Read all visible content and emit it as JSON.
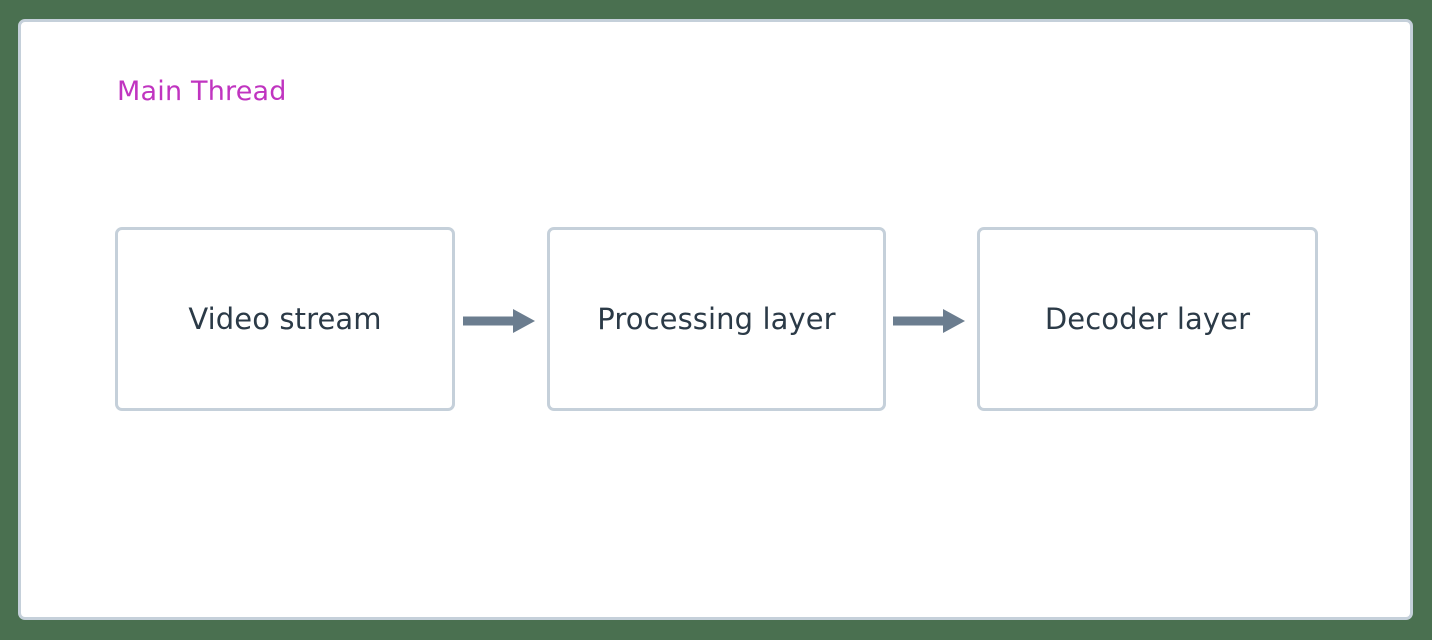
{
  "diagram": {
    "type": "flowchart",
    "direction": "left-to-right",
    "background_color": "#4a7050",
    "cluster": {
      "title": "Main Thread",
      "title_color": "#c034c0",
      "fill_color": "#ffffff",
      "border_color": "#c5d0da"
    },
    "node_style": {
      "fill_color": "#ffffff",
      "border_color": "#c5d0da",
      "text_color": "#2b3a47",
      "shape": "rounded-rectangle"
    },
    "edge_style": {
      "color": "#6b7d8f",
      "arrowhead": "solid-triangle",
      "line": "solid"
    },
    "nodes": [
      {
        "id": "video-stream",
        "label": "Video stream"
      },
      {
        "id": "processing-layer",
        "label": "Processing layer"
      },
      {
        "id": "decoder-layer",
        "label": "Decoder layer"
      }
    ],
    "edges": [
      {
        "id": "edge-1",
        "from": "video-stream",
        "to": "processing-layer",
        "label": ""
      },
      {
        "id": "edge-2",
        "from": "processing-layer",
        "to": "decoder-layer",
        "label": ""
      }
    ]
  }
}
